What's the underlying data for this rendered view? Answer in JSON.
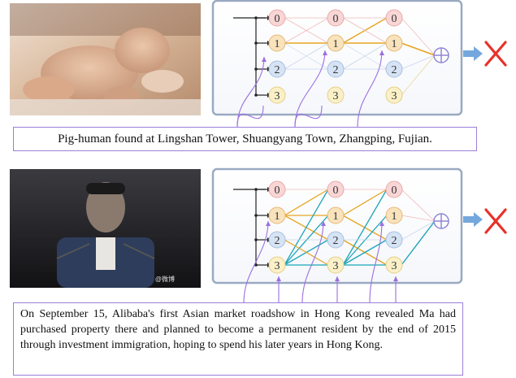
{
  "panels": [
    {
      "photo": {
        "subject": "pig-human photo",
        "tones": [
          "#d9b79a",
          "#c39a7d",
          "#efe3d6",
          "#6f4a3a"
        ]
      },
      "node_labels": [
        [
          "0",
          "1",
          "2",
          "3"
        ],
        [
          "0",
          "1",
          "2",
          "3"
        ],
        [
          "0",
          "1",
          "2",
          "3"
        ]
      ],
      "node_colors": [
        "#f9d6d6",
        "#f9e3bd",
        "#d6e3f4",
        "#faf0c8"
      ],
      "node_stroke": [
        "#e8a9a9",
        "#e5b877",
        "#a9c0e0",
        "#e6cf86"
      ],
      "highlight_path": "orange",
      "result": "reject",
      "caption": "Pig-human found at Lingshan Tower, Shuangyang Town, Zhangping, Fujian."
    },
    {
      "photo": {
        "subject": "man speaking at podium",
        "watermark": "@微博",
        "tones": [
          "#1b1b1f",
          "#2e3d5c",
          "#8a7a6e"
        ]
      },
      "node_labels": [
        [
          "0",
          "1",
          "2",
          "3"
        ],
        [
          "0",
          "1",
          "2",
          "3"
        ],
        [
          "0",
          "1",
          "2",
          "3"
        ]
      ],
      "highlight_path": "teal",
      "result": "reject",
      "caption": "On September 15, Alibaba's first Asian market roadshow in Hong Kong revealed Ma had purchased property there and planned to become a permanent resident by the end of 2015 through investment immigration, hoping to spend his later years in Hong Kong."
    }
  ],
  "colors": {
    "panel_border": "#9aa9c2",
    "panel_fill": "#ffffff",
    "pointer": "#9b6fe0",
    "orange_edge": "#e6a521",
    "teal_edge": "#1ba5b8",
    "faint_red": "#f2b9b9",
    "faint_blue": "#c7d5ec",
    "plus_circle": "#8f86d6",
    "x_mark": "#e8312a",
    "arrow": "#74a8dd"
  },
  "icons": {
    "output": "plus-circle-icon",
    "verdict": "red-x-icon"
  }
}
